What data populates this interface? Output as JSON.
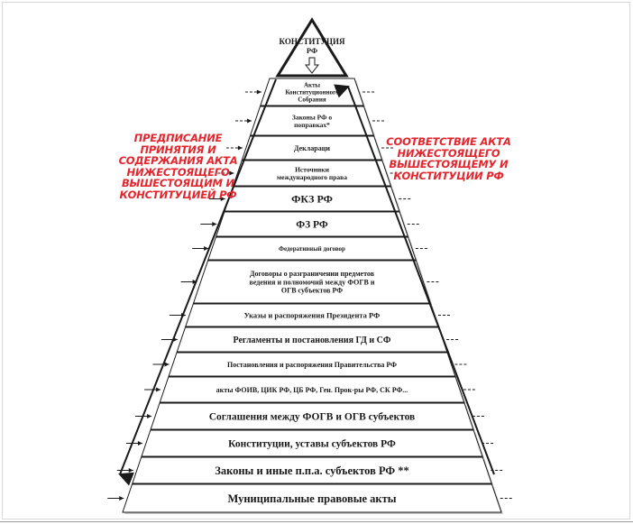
{
  "diagram": {
    "apex": {
      "lines": [
        "КОНСТИТУЦИЯ",
        "РФ"
      ]
    },
    "levels": [
      {
        "lines": [
          "Акты",
          "Конституционного",
          "Собрания"
        ],
        "size": 7,
        "bold": true
      },
      {
        "lines": [
          "Законы РФ о",
          "поправках*"
        ],
        "size": 7.5,
        "bold": true
      },
      {
        "lines": [
          "Деклараци"
        ],
        "size": 8,
        "bold": true
      },
      {
        "lines": [
          "Источники",
          "международного права"
        ],
        "size": 7.5,
        "bold": true
      },
      {
        "lines": [
          "ФКЗ РФ"
        ],
        "size": 12,
        "bold": true
      },
      {
        "lines": [
          "ФЗ РФ"
        ],
        "size": 11.5,
        "bold": true
      },
      {
        "lines": [
          "Федеративный договор"
        ],
        "size": 7,
        "bold": true
      },
      {
        "lines": [
          "Договоры о разграничении предметов",
          "ведения и полномочий между ФОГВ и",
          "ОГВ субъектов РФ"
        ],
        "size": 8,
        "bold": true
      },
      {
        "lines": [
          "Указы и распоряжения Президента РФ"
        ],
        "size": 8.5,
        "bold": true
      },
      {
        "lines": [
          "Регламенты и постановления ГД и СФ"
        ],
        "size": 10,
        "bold": true
      },
      {
        "lines": [
          "Постановления и распоряжения Правительства РФ"
        ],
        "size": 8,
        "bold": true
      },
      {
        "lines": [
          "акты ФОИВ, ЦИК РФ, ЦБ РФ, Ген. Прок-ры РФ, СК РФ..."
        ],
        "size": 8,
        "bold": true
      },
      {
        "lines": [
          "Соглашения между ФОГВ и ОГВ субъектов"
        ],
        "size": 11.5,
        "bold": true
      },
      {
        "lines": [
          "Конституции, уставы субъектов РФ"
        ],
        "size": 11.5,
        "bold": true
      },
      {
        "lines": [
          "Законы и иные п.п.а. субъектов РФ **"
        ],
        "size": 12.5,
        "bold": true
      },
      {
        "lines": [
          "Муниципальные правовые акты"
        ],
        "size": 12.5,
        "bold": true
      }
    ]
  },
  "left_note": "ПРЕДПИСАНИЕ\nПРИНЯТИЯ И\nСОДЕРЖАНИЯ АКТА\nНИЖЕСТОЯЩЕГО\nВЫШЕСТОЯЩИМ И\nКОНСТИТУЦИЕЙ РФ",
  "right_note": "СООТВЕТСТВИЕ АКТА\nНИЖЕСТОЯЩЕГО\nВЫШЕСТОЯЩЕМУ И\nКОНСТИТУЦИИ РФ",
  "colors": {
    "note": "#e3262e",
    "line": "#1a1a1a",
    "fill": "#ffffff",
    "shadow": "#9a9a9a"
  }
}
